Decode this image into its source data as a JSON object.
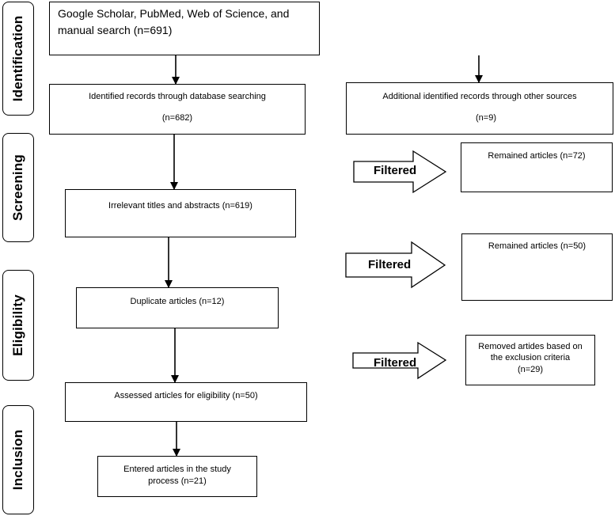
{
  "stages": {
    "identification": "Identification",
    "screening": "Screening",
    "eligibility": "Eligibility",
    "inclusion": "Inclusion"
  },
  "search": {
    "line1": "Google Scholar, PubMed, Web of Science, and",
    "line2": "manual search (n=691)"
  },
  "database_records": {
    "title": "Identified records through database searching",
    "count": "(n=682)"
  },
  "other_records": {
    "title": "Additional identified records through other sources",
    "count": "(n=9)"
  },
  "irrelevant": {
    "title": "Irrelevant titles and abstracts (n=619)"
  },
  "duplicates": {
    "title": "Duplicate articles (n=12)"
  },
  "assessed": {
    "title": "Assessed articles for eligibility (n=50)"
  },
  "entered": {
    "line1": "Entered articles in the study",
    "line2": "process (n=21)"
  },
  "remained_1": {
    "title": "Remained articles (n=72)"
  },
  "remained_2": {
    "title": "Remained articles (n=50)"
  },
  "removed": {
    "line1": "Removed artides based on",
    "line2": "the exclusion criteria",
    "line3": "(n=29)"
  },
  "filters": {
    "label1": "Filtered",
    "label2": "Filtered",
    "label3": "Filtered"
  }
}
